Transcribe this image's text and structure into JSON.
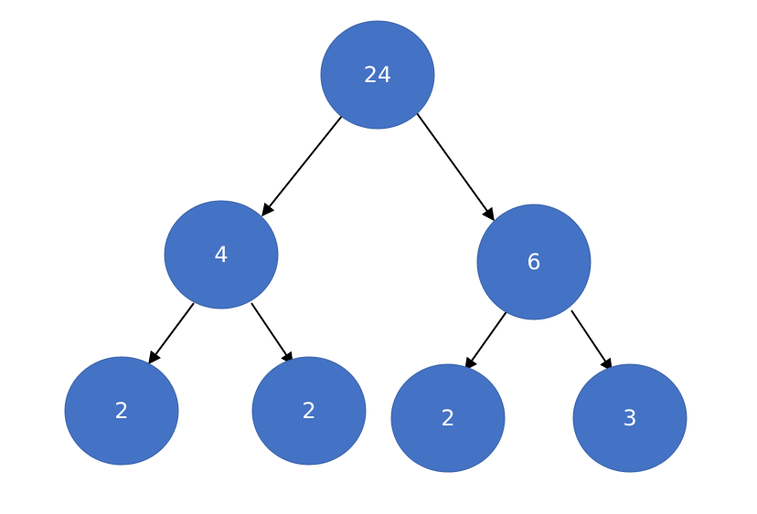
{
  "colors": {
    "node_fill": "#4472c4",
    "node_text": "#ffffff",
    "edge": "#000000"
  },
  "nodes": [
    {
      "id": "root",
      "label": "24"
    },
    {
      "id": "left",
      "label": "4"
    },
    {
      "id": "right",
      "label": "6"
    },
    {
      "id": "ll",
      "label": "2"
    },
    {
      "id": "lr",
      "label": "2"
    },
    {
      "id": "rl",
      "label": "2"
    },
    {
      "id": "rr",
      "label": "3"
    }
  ],
  "edges": [
    {
      "from": "root",
      "to": "left"
    },
    {
      "from": "root",
      "to": "right"
    },
    {
      "from": "left",
      "to": "ll"
    },
    {
      "from": "left",
      "to": "lr"
    },
    {
      "from": "right",
      "to": "rl"
    },
    {
      "from": "right",
      "to": "rr"
    }
  ]
}
